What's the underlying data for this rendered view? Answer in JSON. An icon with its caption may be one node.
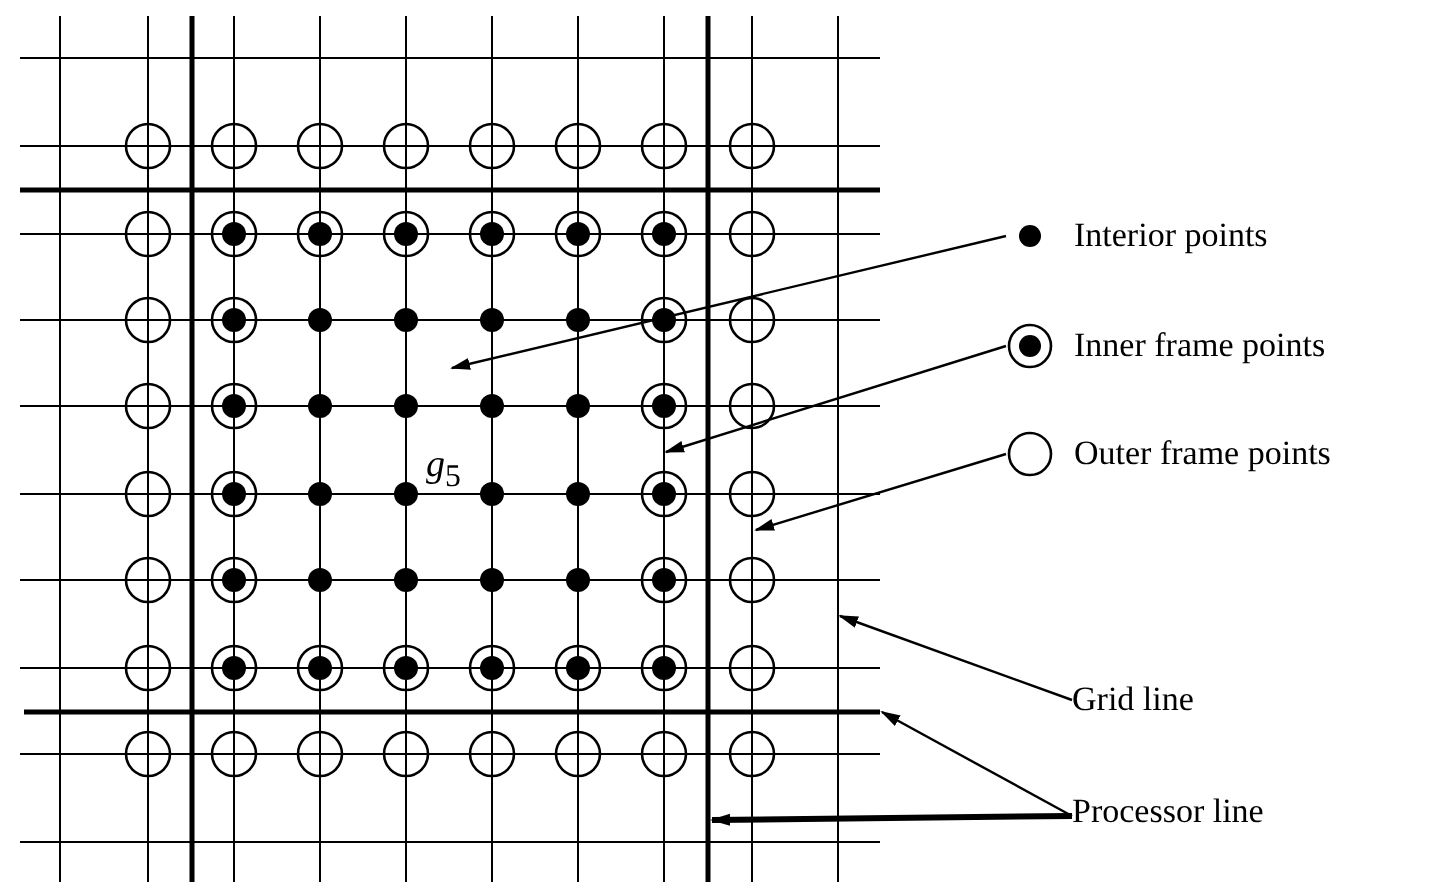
{
  "diagram": {
    "nodes": [
      {
        "text": [
          "Interior points"
        ]
      },
      {
        "text": [
          "Inner frame points"
        ]
      },
      {
        "text": [
          "Outer frame points"
        ]
      },
      {
        "text": [
          "Grid line"
        ]
      },
      {
        "text": [
          "Processor line"
        ]
      },
      {
        "text": [],
        "shape": "line"
      },
      {
        "text": [],
        "shape": "line"
      },
      {
        "text": [],
        "shape": "line"
      }
    ],
    "edges": [
      {
        "from": 0,
        "to": null,
        "arrow": "to"
      },
      {
        "from": 1,
        "to": null,
        "arrow": "to"
      },
      {
        "from": 2,
        "to": null,
        "arrow": "to"
      },
      {
        "from": 3,
        "to": 5,
        "arrow": "to"
      },
      {
        "from": 4,
        "to": 6,
        "arrow": "to"
      },
      {
        "from": 4,
        "to": 7,
        "arrow": "to",
        "style": "thick"
      }
    ],
    "labels": [
      "*g*$_{5}$"
    ]
  }
}
